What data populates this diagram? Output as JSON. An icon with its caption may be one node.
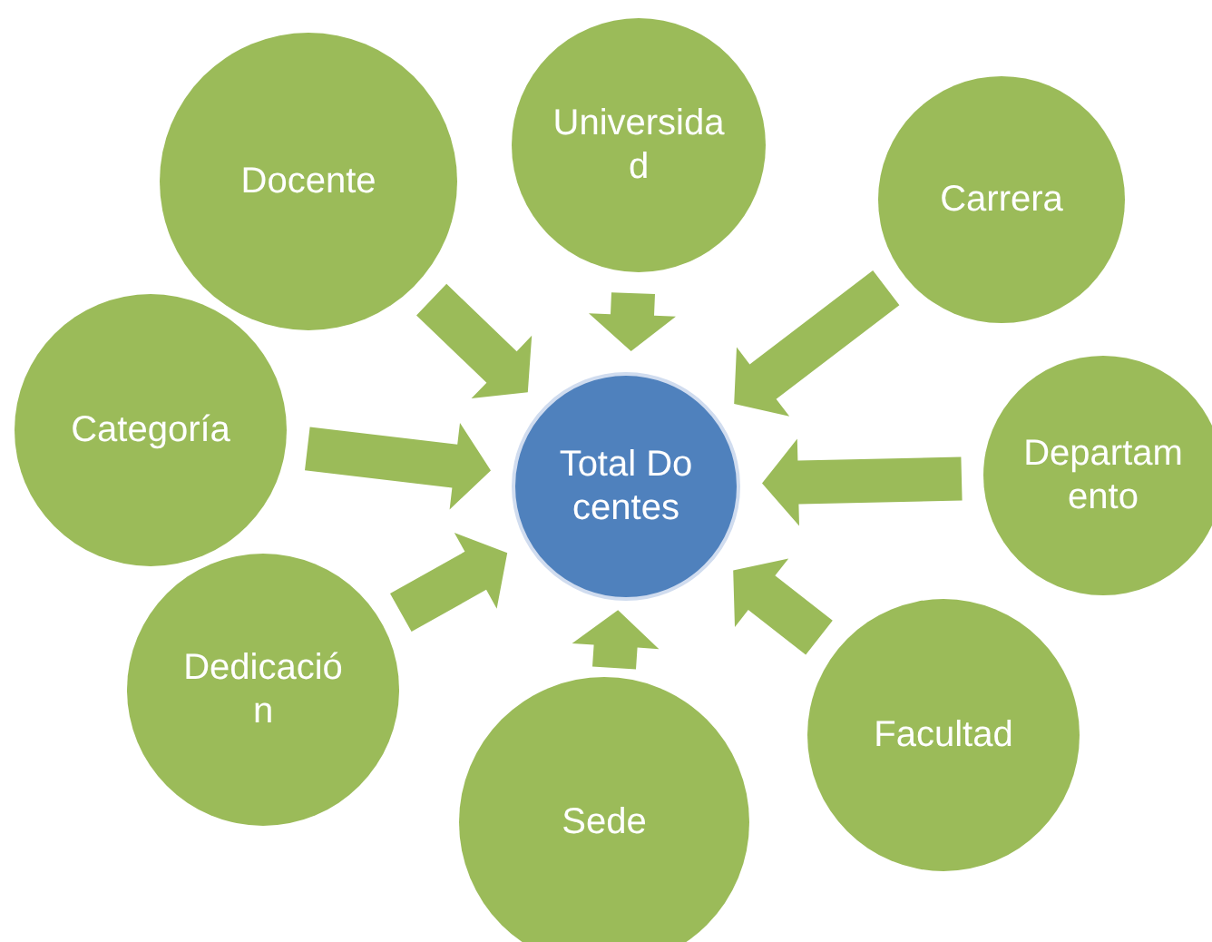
{
  "diagram": {
    "nodes": [
      {
        "text": [
          "Docente"
        ]
      },
      {
        "text": [
          "Universidad"
        ]
      },
      {
        "text": [
          "Carrera"
        ]
      },
      {
        "text": [
          "Categoría"
        ]
      },
      {
        "text": [
          "Total Docentes"
        ]
      },
      {
        "text": [
          "Departamento"
        ]
      },
      {
        "text": [
          "Dedicación"
        ]
      },
      {
        "text": [
          "Facultad"
        ]
      },
      {
        "text": [
          "Sede"
        ]
      }
    ],
    "edges": [
      {
        "from": 0,
        "to": 4,
        "arrow": "to"
      },
      {
        "from": 1,
        "to": 4,
        "arrow": "to"
      },
      {
        "from": 2,
        "to": 4,
        "arrow": "to"
      },
      {
        "from": 3,
        "to": 4,
        "arrow": "to"
      },
      {
        "from": 5,
        "to": 4,
        "arrow": "to"
      },
      {
        "from": 6,
        "to": 4,
        "arrow": "to"
      },
      {
        "from": 7,
        "to": 4,
        "arrow": "to"
      },
      {
        "from": 8,
        "to": 4,
        "arrow": "to"
      }
    ]
  }
}
